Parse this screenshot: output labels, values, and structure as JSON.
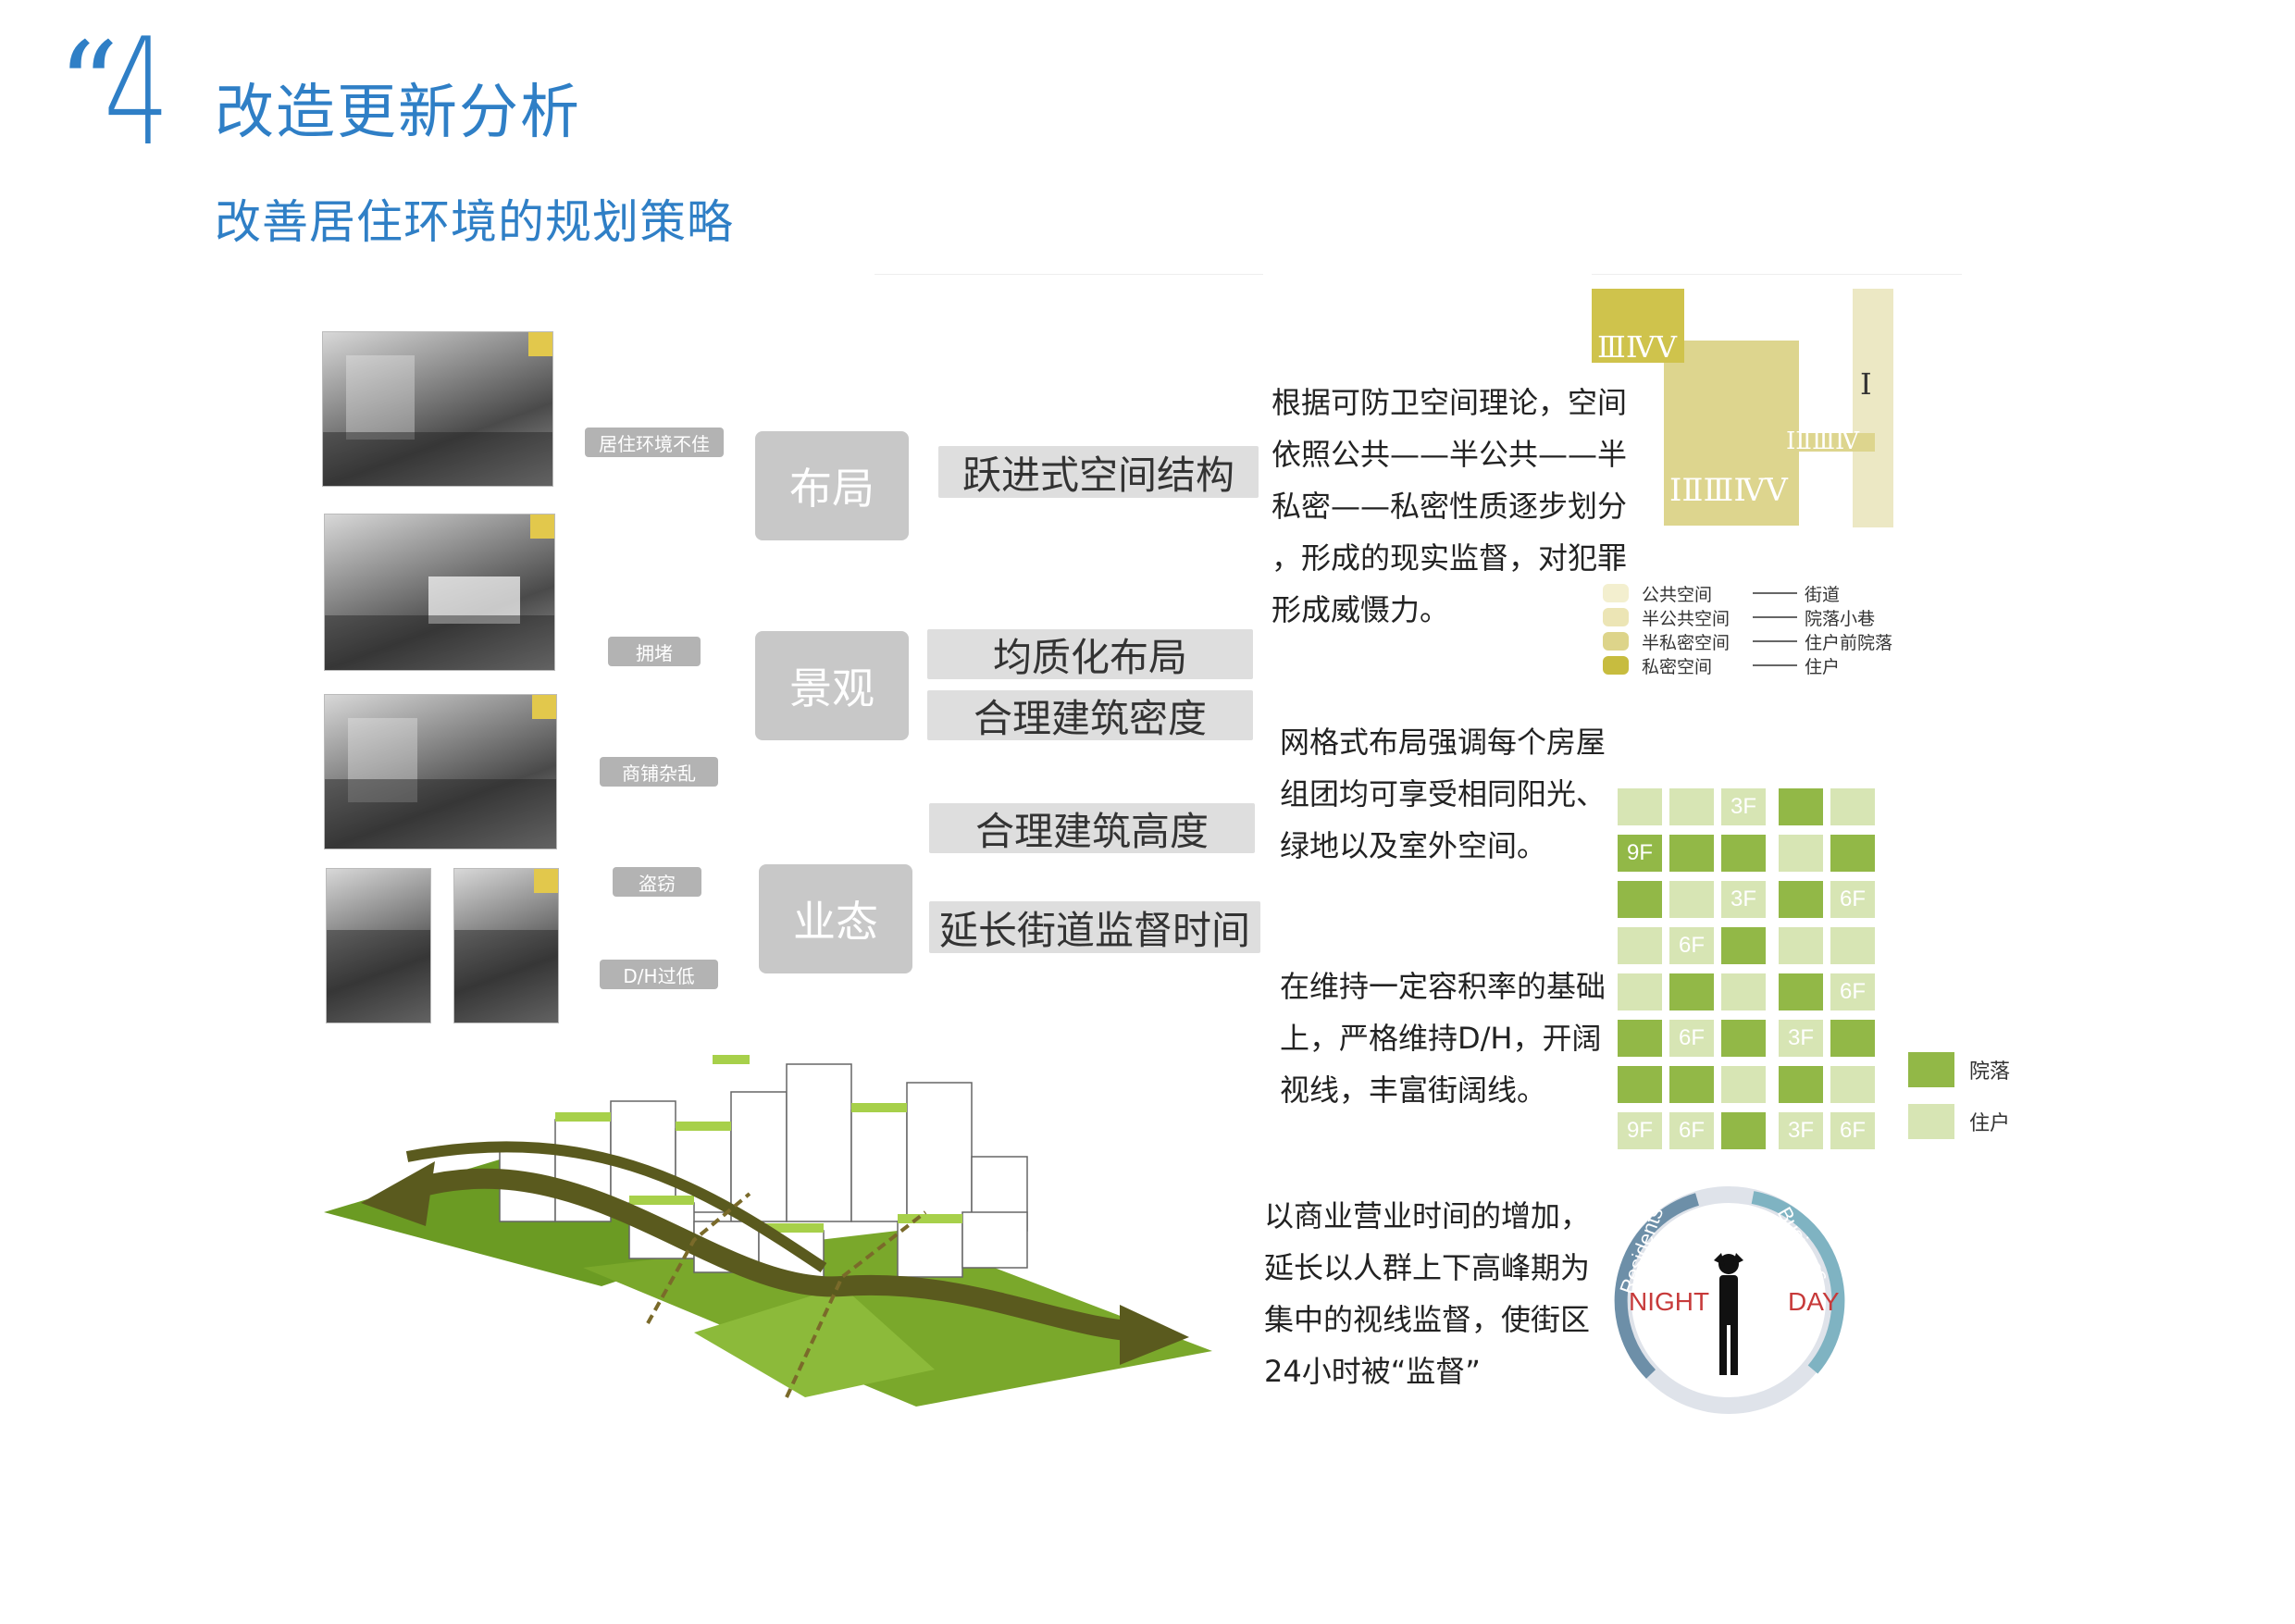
{
  "header": {
    "quote": "“",
    "number": "4",
    "title": "改造更新分析",
    "subtitle": "改善居住环境的规划策略"
  },
  "problems": [
    "居住环境不佳",
    "拥堵",
    "商铺杂乱",
    "盗窃",
    "D/H过低"
  ],
  "categories": [
    "布局",
    "景观",
    "业态"
  ],
  "strategies": [
    "跃进式空间结构",
    "均质化布局",
    "合理建筑密度",
    "合理建筑高度",
    "延长街道监督时间"
  ],
  "paragraphs": {
    "p1": [
      "根据可防卫空间理论，空间",
      "依照公共——半公共——半",
      "私密——私密性质逐步划分",
      "，形成的现实监督，对犯罪",
      "形成威慑力。"
    ],
    "p2": [
      "网格式布局强调每个房屋",
      "组团均可享受相同阳光、",
      "绿地以及室外空间。"
    ],
    "p3": [
      "在维持一定容积率的基础",
      "上，严格维持D/H，开阔",
      "视线，丰富街阔线。"
    ],
    "p4": [
      "以商业营业时间的增加，",
      "延长以人群上下高峰期为",
      "集中的视线监督，使街区",
      "24小时被“监督”"
    ]
  },
  "space_diagram": {
    "labels": {
      "top_left": "ⅢⅣⅤ",
      "big_block": "ⅠⅡⅢⅣⅤ",
      "middle": "ⅠⅡⅢⅣ",
      "right_bar": "Ⅰ"
    },
    "legend": [
      {
        "name": "公共空间",
        "target": "街道",
        "color": "#f3efcf"
      },
      {
        "name": "半公共空间",
        "target": "院落小巷",
        "color": "#ece5b5"
      },
      {
        "name": "半私密空间",
        "target": "住户前院落",
        "color": "#ddd48a"
      },
      {
        "name": "私密空间",
        "target": "住户",
        "color": "#c7bc3f"
      }
    ],
    "colors": {
      "dark": "#cfc34c",
      "mid": "#ddd58e",
      "light": "#ece8c4"
    }
  },
  "grid_diagram": {
    "colors": {
      "courtyard": "#92b847",
      "residence": "#d7e5b4"
    },
    "left_block": [
      [
        "R",
        "R",
        "R:3F"
      ],
      [
        "C:9F",
        "C",
        "C"
      ],
      [
        "C",
        "R",
        "R:3F"
      ],
      [
        "R",
        "R:6F",
        "C"
      ],
      [
        "R",
        "C",
        "R"
      ],
      [
        "C",
        "R:6F",
        "C"
      ],
      [
        "C",
        "C",
        "R"
      ],
      [
        "R:9F",
        "R:6F",
        "C"
      ]
    ],
    "right_block": [
      [
        "C",
        "R"
      ],
      [
        "R",
        "C"
      ],
      [
        "C",
        "R:6F"
      ],
      [
        "R",
        "R"
      ],
      [
        "C",
        "R:6F"
      ],
      [
        "R:3F",
        "C"
      ],
      [
        "C",
        "R"
      ],
      [
        "R:3F",
        "R:6F"
      ]
    ],
    "legend": [
      {
        "label": "院落",
        "color": "#92b847"
      },
      {
        "label": "住户",
        "color": "#d7e5b4"
      }
    ]
  },
  "clock": {
    "night": "NIGHT",
    "day": "DAY",
    "arc_left": "Residents",
    "arc_right": "Business"
  }
}
